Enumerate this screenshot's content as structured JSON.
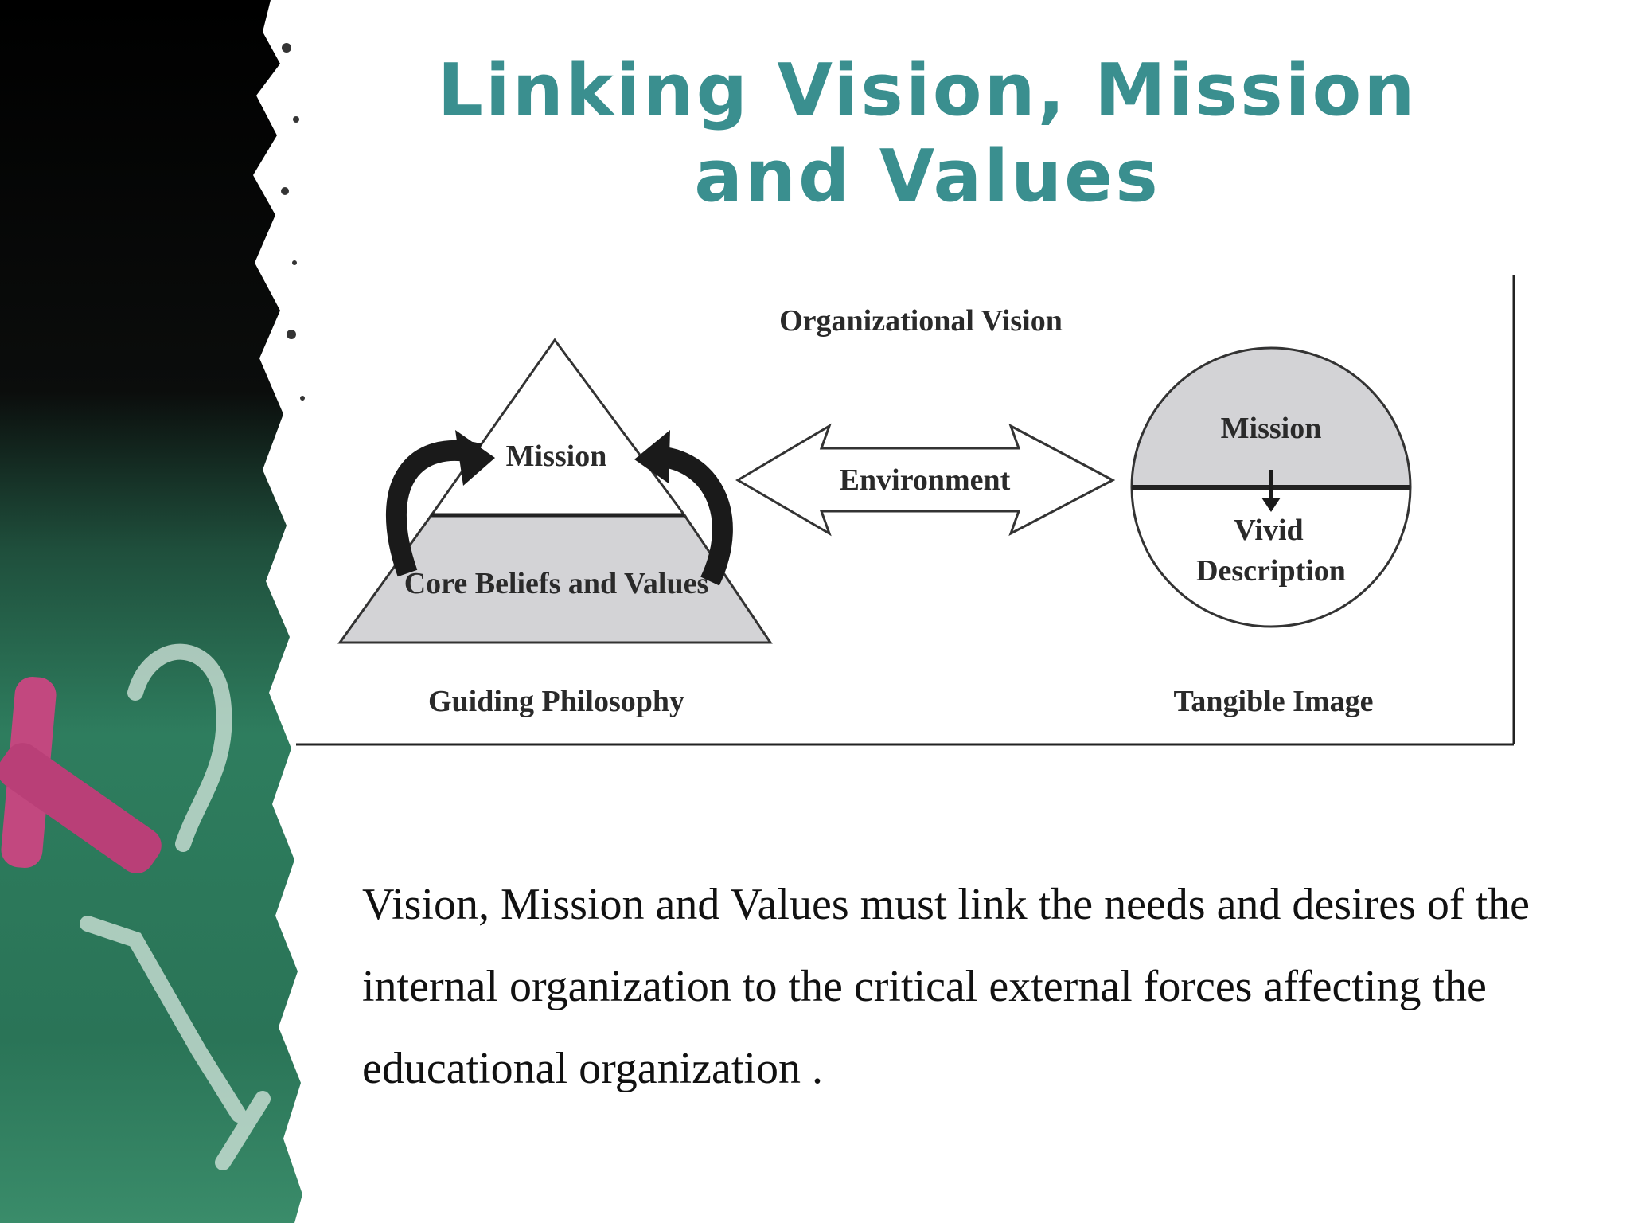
{
  "slide": {
    "title": "Linking Vision, Mission and Values",
    "body": "Vision, Mission and Values must link the needs and desires of the internal organization to the critical external forces affecting the educational organization ."
  },
  "diagram": {
    "heading": "Organizational Vision",
    "pyramid": {
      "top_label": "Mission",
      "base_label": "Core Beliefs and Values",
      "caption": "Guiding Philosophy"
    },
    "arrow_label": "Environment",
    "circle": {
      "top_label": "Mission",
      "bottom_label_line1": "Vivid",
      "bottom_label_line2": "Description",
      "caption": "Tangible Image"
    }
  },
  "colors": {
    "title": "#3a8f8f",
    "chalkboard": "#2e7d5e",
    "chalk": "#c2487f",
    "shade": "#d3d3d6"
  }
}
